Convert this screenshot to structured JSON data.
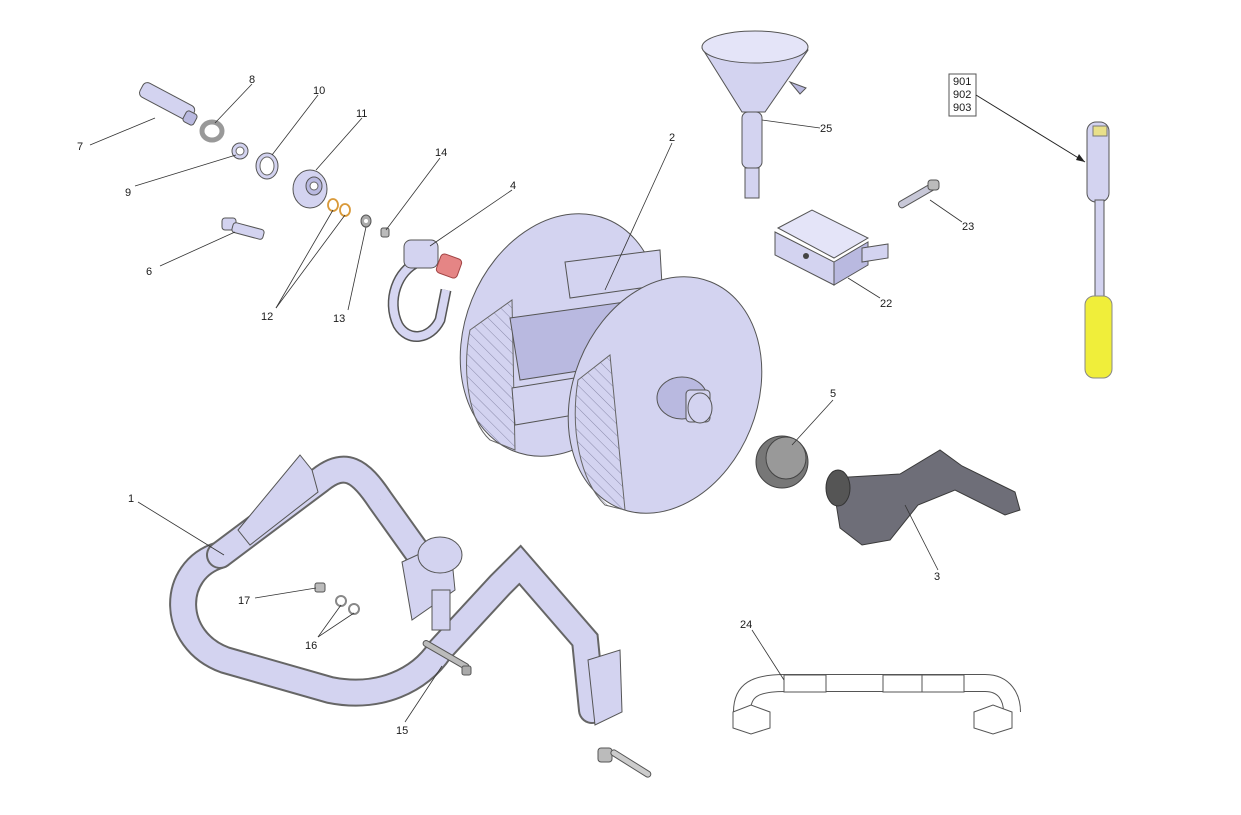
{
  "diagram": {
    "callouts": [
      {
        "id": "c1",
        "text": "1"
      },
      {
        "id": "c2",
        "text": "2"
      },
      {
        "id": "c3",
        "text": "3"
      },
      {
        "id": "c4",
        "text": "4"
      },
      {
        "id": "c5",
        "text": "5"
      },
      {
        "id": "c6",
        "text": "6"
      },
      {
        "id": "c7",
        "text": "7"
      },
      {
        "id": "c8",
        "text": "8"
      },
      {
        "id": "c9",
        "text": "9"
      },
      {
        "id": "c10",
        "text": "10"
      },
      {
        "id": "c11",
        "text": "11"
      },
      {
        "id": "c12",
        "text": "12"
      },
      {
        "id": "c13",
        "text": "13"
      },
      {
        "id": "c14",
        "text": "14"
      },
      {
        "id": "c15",
        "text": "15"
      },
      {
        "id": "c16",
        "text": "16"
      },
      {
        "id": "c17",
        "text": "17"
      },
      {
        "id": "c22",
        "text": "22"
      },
      {
        "id": "c23",
        "text": "23"
      },
      {
        "id": "c24",
        "text": "24"
      },
      {
        "id": "c25",
        "text": "25"
      }
    ],
    "kit_box": [
      "901",
      "902",
      "903"
    ]
  }
}
